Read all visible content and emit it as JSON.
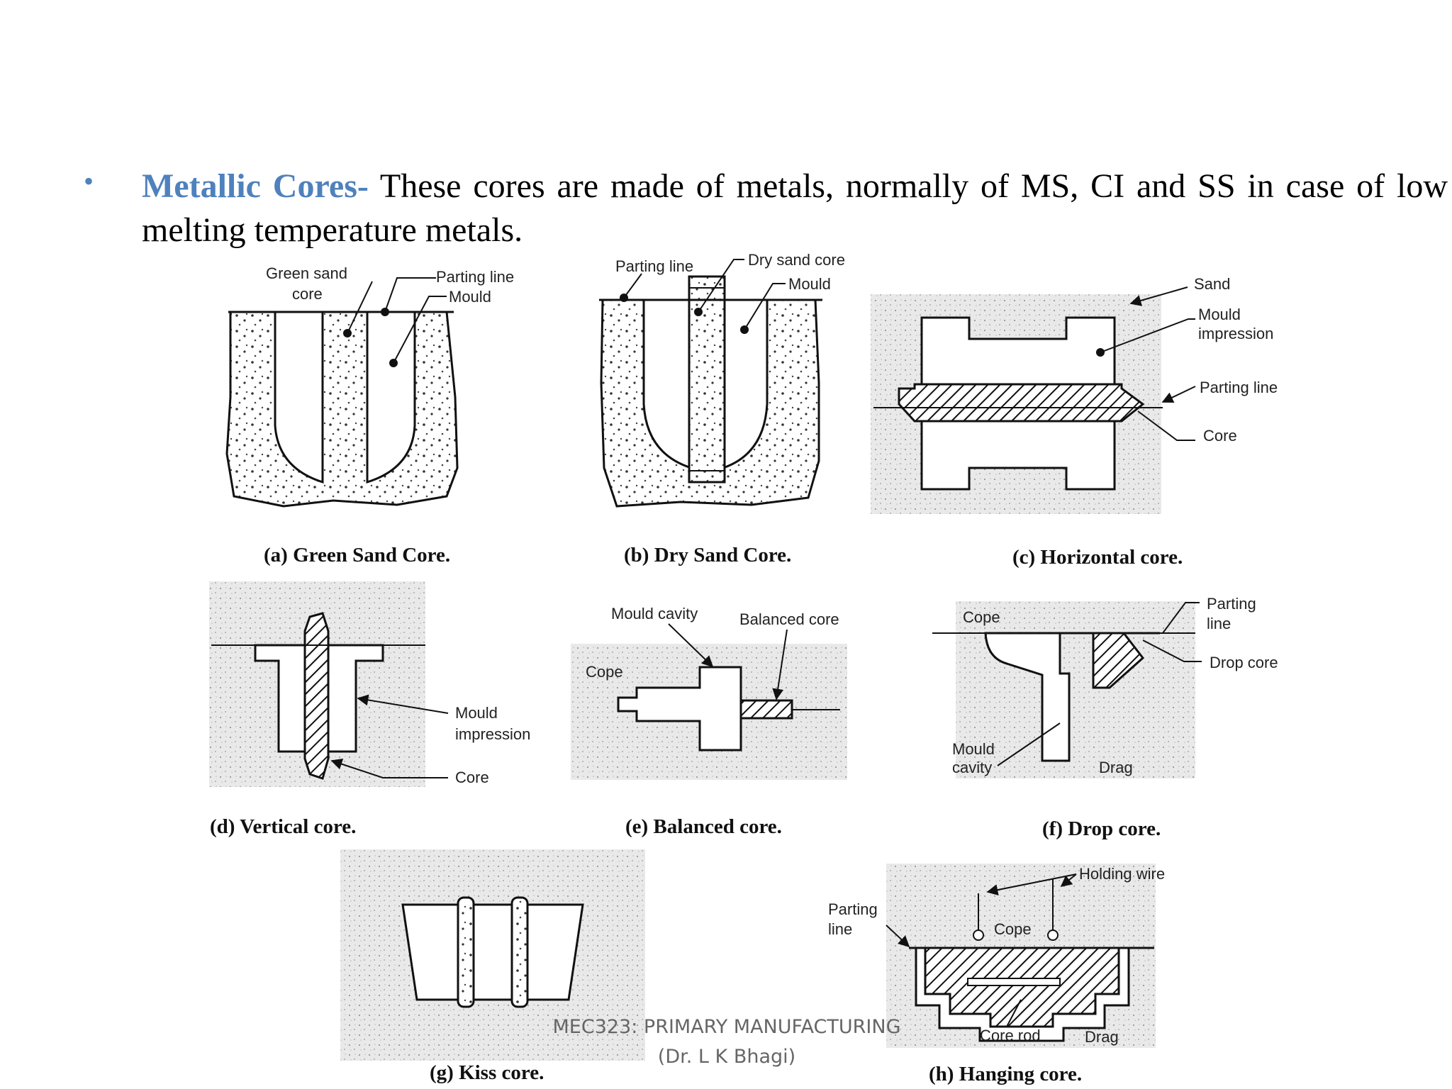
{
  "bullet": {
    "marker": "•",
    "keyword": "Metallic Cores-",
    "text": " These cores are made of metals, normally of MS, CI and SS in case of low melting temperature metals."
  },
  "figures": {
    "a": {
      "caption": "(a) Green Sand Core.",
      "labels": [
        "Green sand",
        "core",
        "Parting line",
        "Mould"
      ]
    },
    "b": {
      "caption": "(b) Dry Sand Core.",
      "labels": [
        "Parting line",
        "Dry sand core",
        "Mould"
      ]
    },
    "c": {
      "caption": "(c) Horizontal core.",
      "labels": [
        "Sand",
        "Mould",
        "impression",
        "Parting line",
        "Core"
      ]
    },
    "d": {
      "caption": "(d) Vertical core.",
      "labels": [
        "Mould",
        "impression",
        "Core"
      ]
    },
    "e": {
      "caption": "(e) Balanced core.",
      "labels": [
        "Mould cavity",
        "Balanced core",
        "Cope"
      ]
    },
    "f": {
      "caption": "(f) Drop core.",
      "labels": [
        "Cope",
        "Parting",
        "line",
        "Drop core",
        "Mould",
        "cavity",
        "Drag"
      ]
    },
    "g": {
      "caption": "(g) Kiss core.",
      "labels": []
    },
    "h": {
      "caption": "(h) Hanging core.",
      "labels": [
        "Holding wire",
        "Parting",
        "line",
        "Cope",
        "Core rod",
        "Drag"
      ]
    }
  },
  "footer": {
    "line1": "MEC323: PRIMARY MANUFACTURING",
    "line2": "(Dr. L K Bhagi)"
  }
}
